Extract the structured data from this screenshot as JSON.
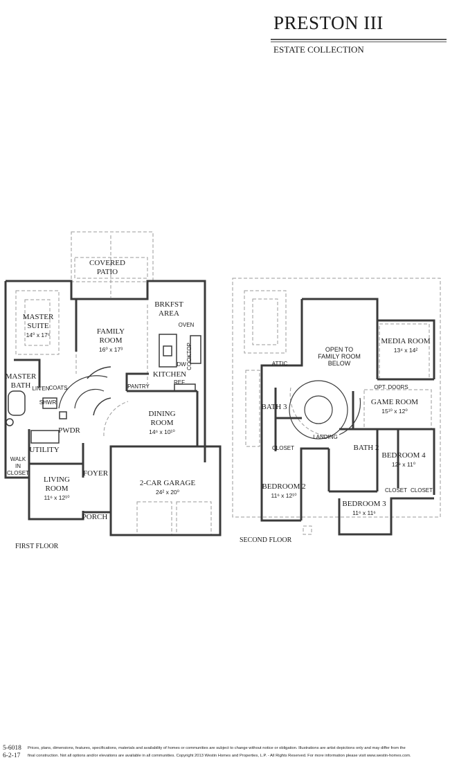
{
  "header": {
    "title": "PRESTON III",
    "collection": "ESTATE COLLECTION"
  },
  "first_floor": {
    "label": "FIRST FLOOR",
    "rooms": [
      {
        "name": "COVERED PATIO",
        "line1": "COVERED",
        "line2": "PATIO",
        "dims": ""
      },
      {
        "name": "MASTER SUITE",
        "line1": "MASTER",
        "line2": "SUITE",
        "dims": "14⁰ x 17⁶"
      },
      {
        "name": "FAMILY ROOM",
        "line1": "FAMILY",
        "line2": "ROOM",
        "dims": "16⁰ x 17³"
      },
      {
        "name": "BRKFST AREA",
        "line1": "BRKFST",
        "line2": "AREA",
        "dims": ""
      },
      {
        "name": "KITCHEN",
        "line1": "KITCHEN",
        "line2": "",
        "dims": ""
      },
      {
        "name": "MASTER BATH",
        "line1": "MASTER",
        "line2": "BATH",
        "dims": ""
      },
      {
        "name": "DINING ROOM",
        "line1": "DINING",
        "line2": "ROOM",
        "dims": "14⁶ x 10¹⁰"
      },
      {
        "name": "LIVING ROOM",
        "line1": "LIVING",
        "line2": "ROOM",
        "dims": "11⁶ x 12¹⁰"
      },
      {
        "name": "2-CAR GARAGE",
        "line1": "2-CAR GARAGE",
        "line2": "",
        "dims": "24² x 20⁰"
      },
      {
        "name": "FOYER",
        "line1": "FOYER",
        "line2": "",
        "dims": ""
      },
      {
        "name": "PORCH",
        "line1": "PORCH",
        "line2": "",
        "dims": ""
      },
      {
        "name": "UTILITY",
        "line1": "UTILITY",
        "line2": "",
        "dims": ""
      },
      {
        "name": "PWDR",
        "line1": "PWDR",
        "line2": "",
        "dims": ""
      }
    ],
    "small_labels": {
      "oven": "OVEN",
      "cooktop": "COOKTOP",
      "dw": "DW",
      "ref": "REF",
      "pantry": "PANTRY",
      "linen": "LIN'EN",
      "coats": "COATS",
      "shwr": "SHWR",
      "walk_in_closet_1": "WALK",
      "walk_in_closet_2": "IN",
      "walk_in_closet_3": "CLOSET"
    }
  },
  "second_floor": {
    "label": "SECOND FLOOR",
    "rooms": [
      {
        "name": "OPEN TO FAMILY ROOM BELOW",
        "line1": "OPEN TO",
        "line2": "FAMILY ROOM",
        "line3": "BELOW"
      },
      {
        "name": "MEDIA ROOM",
        "line1": "MEDIA ROOM",
        "dims": "13⁴ x 14²"
      },
      {
        "name": "GAME ROOM",
        "line1": "GAME ROOM",
        "dims": "15¹⁰ x 12⁰"
      },
      {
        "name": "BEDROOM 2",
        "line1": "BEDROOM 2",
        "dims": "11⁶ x 12¹⁰"
      },
      {
        "name": "BEDROOM 3",
        "line1": "BEDROOM 3",
        "dims": "11⁶ x 11⁶"
      },
      {
        "name": "BEDROOM 4",
        "line1": "BEDROOM 4",
        "dims": "12⁸ x 11⁰"
      },
      {
        "name": "BATH 2",
        "line1": "BATH 2"
      },
      {
        "name": "BATH 3",
        "line1": "BATH 3"
      }
    ],
    "small_labels": {
      "attic": "ATTIC",
      "landing": "LANDING",
      "opt_doors": "OPT. DOORS",
      "closet": "CLOSET"
    }
  },
  "footer": {
    "plan_code": "5-6018",
    "date": "6-2-17",
    "disclaimer_line1": "Prices, plans, dimensions, features, specifications, materials and availability of homes or communities are subject to change without notice or obligation.  Illustrations are artist depictions only and may differ from the",
    "disclaimer_line2": "final construction.  Not all options and/or elevations are available in all communities.  Copyright 2013 Westin Homes and Properties, L.P. - All Rights Reserved.  For more information please visit www.westin-homes.com."
  },
  "colors": {
    "wall": "#3a3a3a",
    "dashed": "#9a9a9a",
    "background": "#ffffff"
  }
}
